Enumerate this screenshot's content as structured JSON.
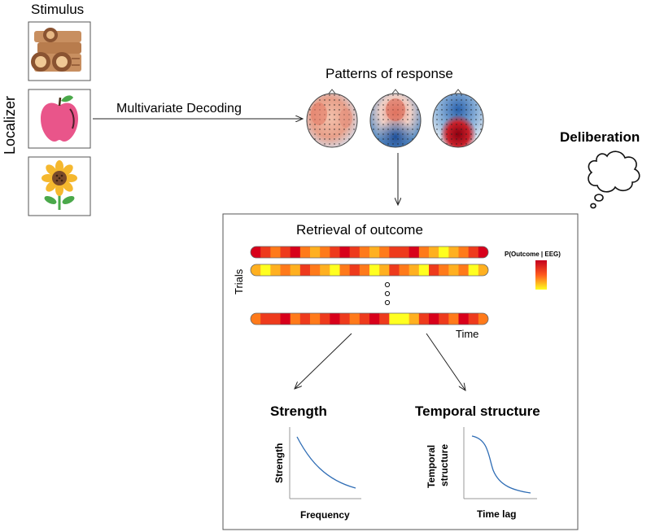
{
  "left": {
    "stimulus_title": "Stimulus",
    "localizer_label": "Localizer",
    "stimuli": [
      {
        "name": "logs",
        "icon": "logs-icon"
      },
      {
        "name": "apple",
        "icon": "apple-icon"
      },
      {
        "name": "sunflower",
        "icon": "sunflower-icon"
      }
    ]
  },
  "decoding_label": "Multivariate Decoding",
  "patterns_title": "Patterns of response",
  "deliberation_label": "Deliberation",
  "retrieval": {
    "title": "Retrieval of outcome",
    "trials_label": "Trials",
    "time_label": "Time",
    "colorbar_label": "P(Outcome | EEG)",
    "colorbar_colors": [
      "#c4001f",
      "#ff5a1e",
      "#ffff20"
    ]
  },
  "strength_panel": {
    "title": "Strength",
    "ylabel": "Strength",
    "xlabel": "Frequency"
  },
  "temporal_panel": {
    "title": "Temporal structure",
    "ylabel_line1": "Temporal",
    "ylabel_line2": "structure",
    "xlabel": "Time lag"
  },
  "colors": {
    "curve": "#2f6db5",
    "heat_low": "#ffff20",
    "heat_mid": "#ff7a1a",
    "heat_high": "#d8001a"
  }
}
